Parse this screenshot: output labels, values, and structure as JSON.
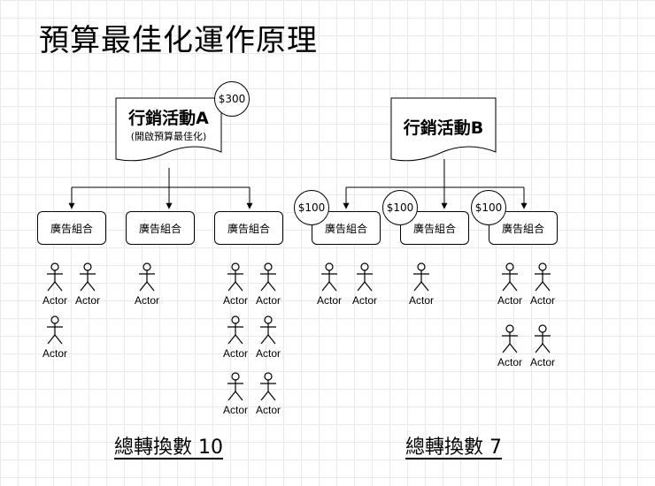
{
  "title": "預算最佳化運作原理",
  "campaign_a": {
    "label": "行銷活動A",
    "sublabel": "(開啟預算最佳化)",
    "budget": "$300",
    "ad_sets": [
      {
        "label": "廣告組合",
        "actors": [
          "Actor",
          "Actor",
          "Actor"
        ]
      },
      {
        "label": "廣告組合",
        "actors": [
          "Actor"
        ]
      },
      {
        "label": "廣告組合",
        "actors": [
          "Actor",
          "Actor",
          "Actor",
          "Actor",
          "Actor",
          "Actor"
        ]
      }
    ],
    "total": "總轉換數 10"
  },
  "campaign_b": {
    "label": "行銷活動B",
    "ad_sets": [
      {
        "label": "廣告組合",
        "budget": "$100",
        "actors": [
          "Actor",
          "Actor"
        ]
      },
      {
        "label": "廣告組合",
        "budget": "$100",
        "actors": [
          "Actor"
        ]
      },
      {
        "label": "廣告組合",
        "budget": "$100",
        "actors": [
          "Actor",
          "Actor",
          "Actor",
          "Actor"
        ]
      }
    ],
    "total": "總轉換數 7"
  }
}
